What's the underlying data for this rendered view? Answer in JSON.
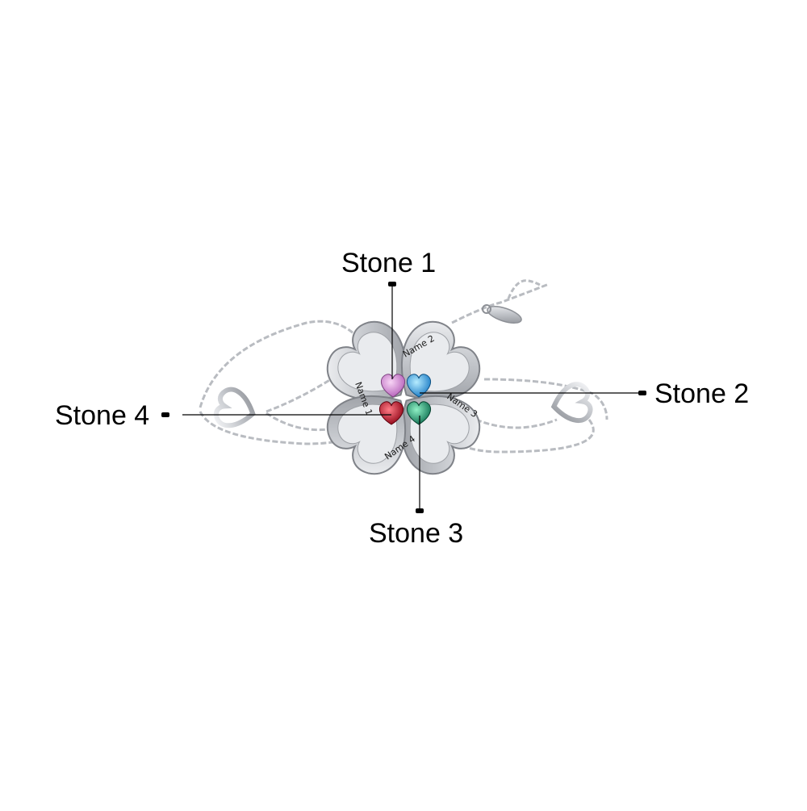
{
  "product": {
    "name_engravings": [
      "Name 1",
      "Name 2",
      "Name 3",
      "Name 4"
    ]
  },
  "callouts": [
    {
      "label": "Stone 1",
      "stone_color": "#d98fd6"
    },
    {
      "label": "Stone 2",
      "stone_color": "#2bb3e8"
    },
    {
      "label": "Stone 3",
      "stone_color": "#17a37a"
    },
    {
      "label": "Stone 4",
      "stone_color": "#d4132a"
    }
  ],
  "colors": {
    "background": "#ffffff",
    "metal": "#c9ccd1",
    "metal_dark": "#8d9096",
    "text": "#000000"
  }
}
